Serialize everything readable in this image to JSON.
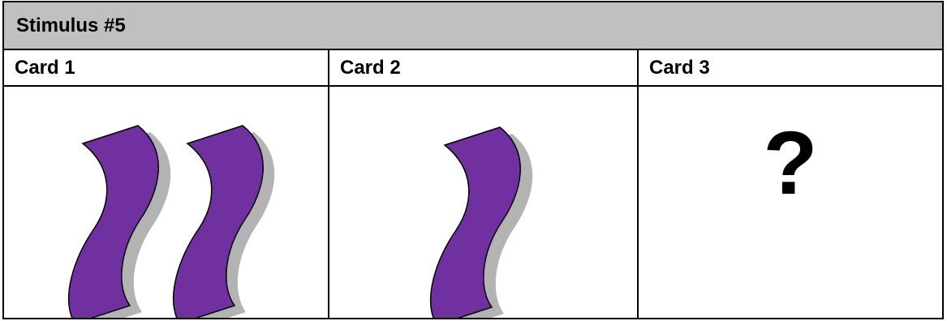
{
  "title": "Stimulus #5",
  "cards": [
    {
      "label": "Card 1",
      "shape": "squiggle",
      "count": 2,
      "color": "#7030a0"
    },
    {
      "label": "Card 2",
      "shape": "squiggle",
      "count": 1,
      "color": "#7030a0"
    },
    {
      "label": "Card 3",
      "unknown": "?"
    }
  ],
  "colors": {
    "title_bar": "#c0c0c0",
    "shape_fill": "#7030a0",
    "shadow": "#b3b3b3",
    "border": "#000000"
  }
}
